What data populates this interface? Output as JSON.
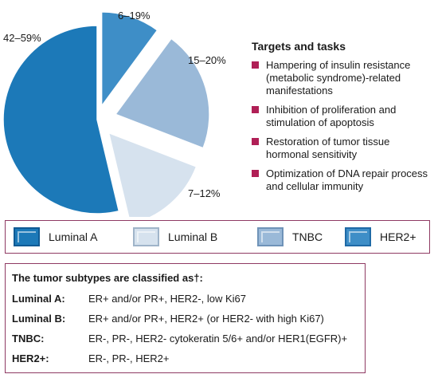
{
  "chart_data": {
    "type": "pie",
    "exploded": true,
    "slices": [
      {
        "name": "Luminal A",
        "label": "42–59%",
        "value": 50.5,
        "color": "#1c79b8"
      },
      {
        "name": "HER2+",
        "label": "6–19%",
        "value": 9.5,
        "color": "#3e8ec7"
      },
      {
        "name": "TNBC",
        "label": "15–20%",
        "value": 19.5,
        "color": "#9ab9d8"
      },
      {
        "name": "Luminal B",
        "label": "7–12%",
        "value": 14.5,
        "color": "#d6e2ee"
      }
    ]
  },
  "targets": {
    "title": "Targets and tasks",
    "bullet_color": "#b01f56",
    "items": [
      "Hampering of insulin resistance (metabolic syndrome)-related manifestations",
      "Inhibition of proliferation and stimulation of apoptosis",
      "Restoration of tumor tissue hormonal sensitivity",
      "Optimization of DNA repair process and cellular immunity"
    ]
  },
  "legend": {
    "items": [
      {
        "label": "Luminal A",
        "color": "#1c79b8",
        "border": "#0f5a94"
      },
      {
        "label": "Luminal B",
        "color": "#d6e2ee",
        "border": "#9fb4c9"
      },
      {
        "label": "TNBC",
        "color": "#9ab9d8",
        "border": "#6f93b8"
      },
      {
        "label": "HER2+",
        "color": "#3e8ec7",
        "border": "#1f6aa6"
      }
    ]
  },
  "classification": {
    "title": "The tumor subtypes are classified as†:",
    "rows": [
      {
        "term": "Luminal A:",
        "definition": "ER+ and/or PR+, HER2-, low Ki67"
      },
      {
        "term": "Luminal B:",
        "definition": "ER+ and/or PR+, HER2+ (or HER2- with high Ki67)"
      },
      {
        "term": "TNBC:",
        "definition": "ER-, PR-, HER2- cytokeratin 5/6+ and/or HER1(EGFR)+"
      },
      {
        "term": "HER2+:",
        "definition": "ER-, PR-, HER2+"
      }
    ]
  },
  "colors": {
    "frame_border": "#8f3a63"
  }
}
